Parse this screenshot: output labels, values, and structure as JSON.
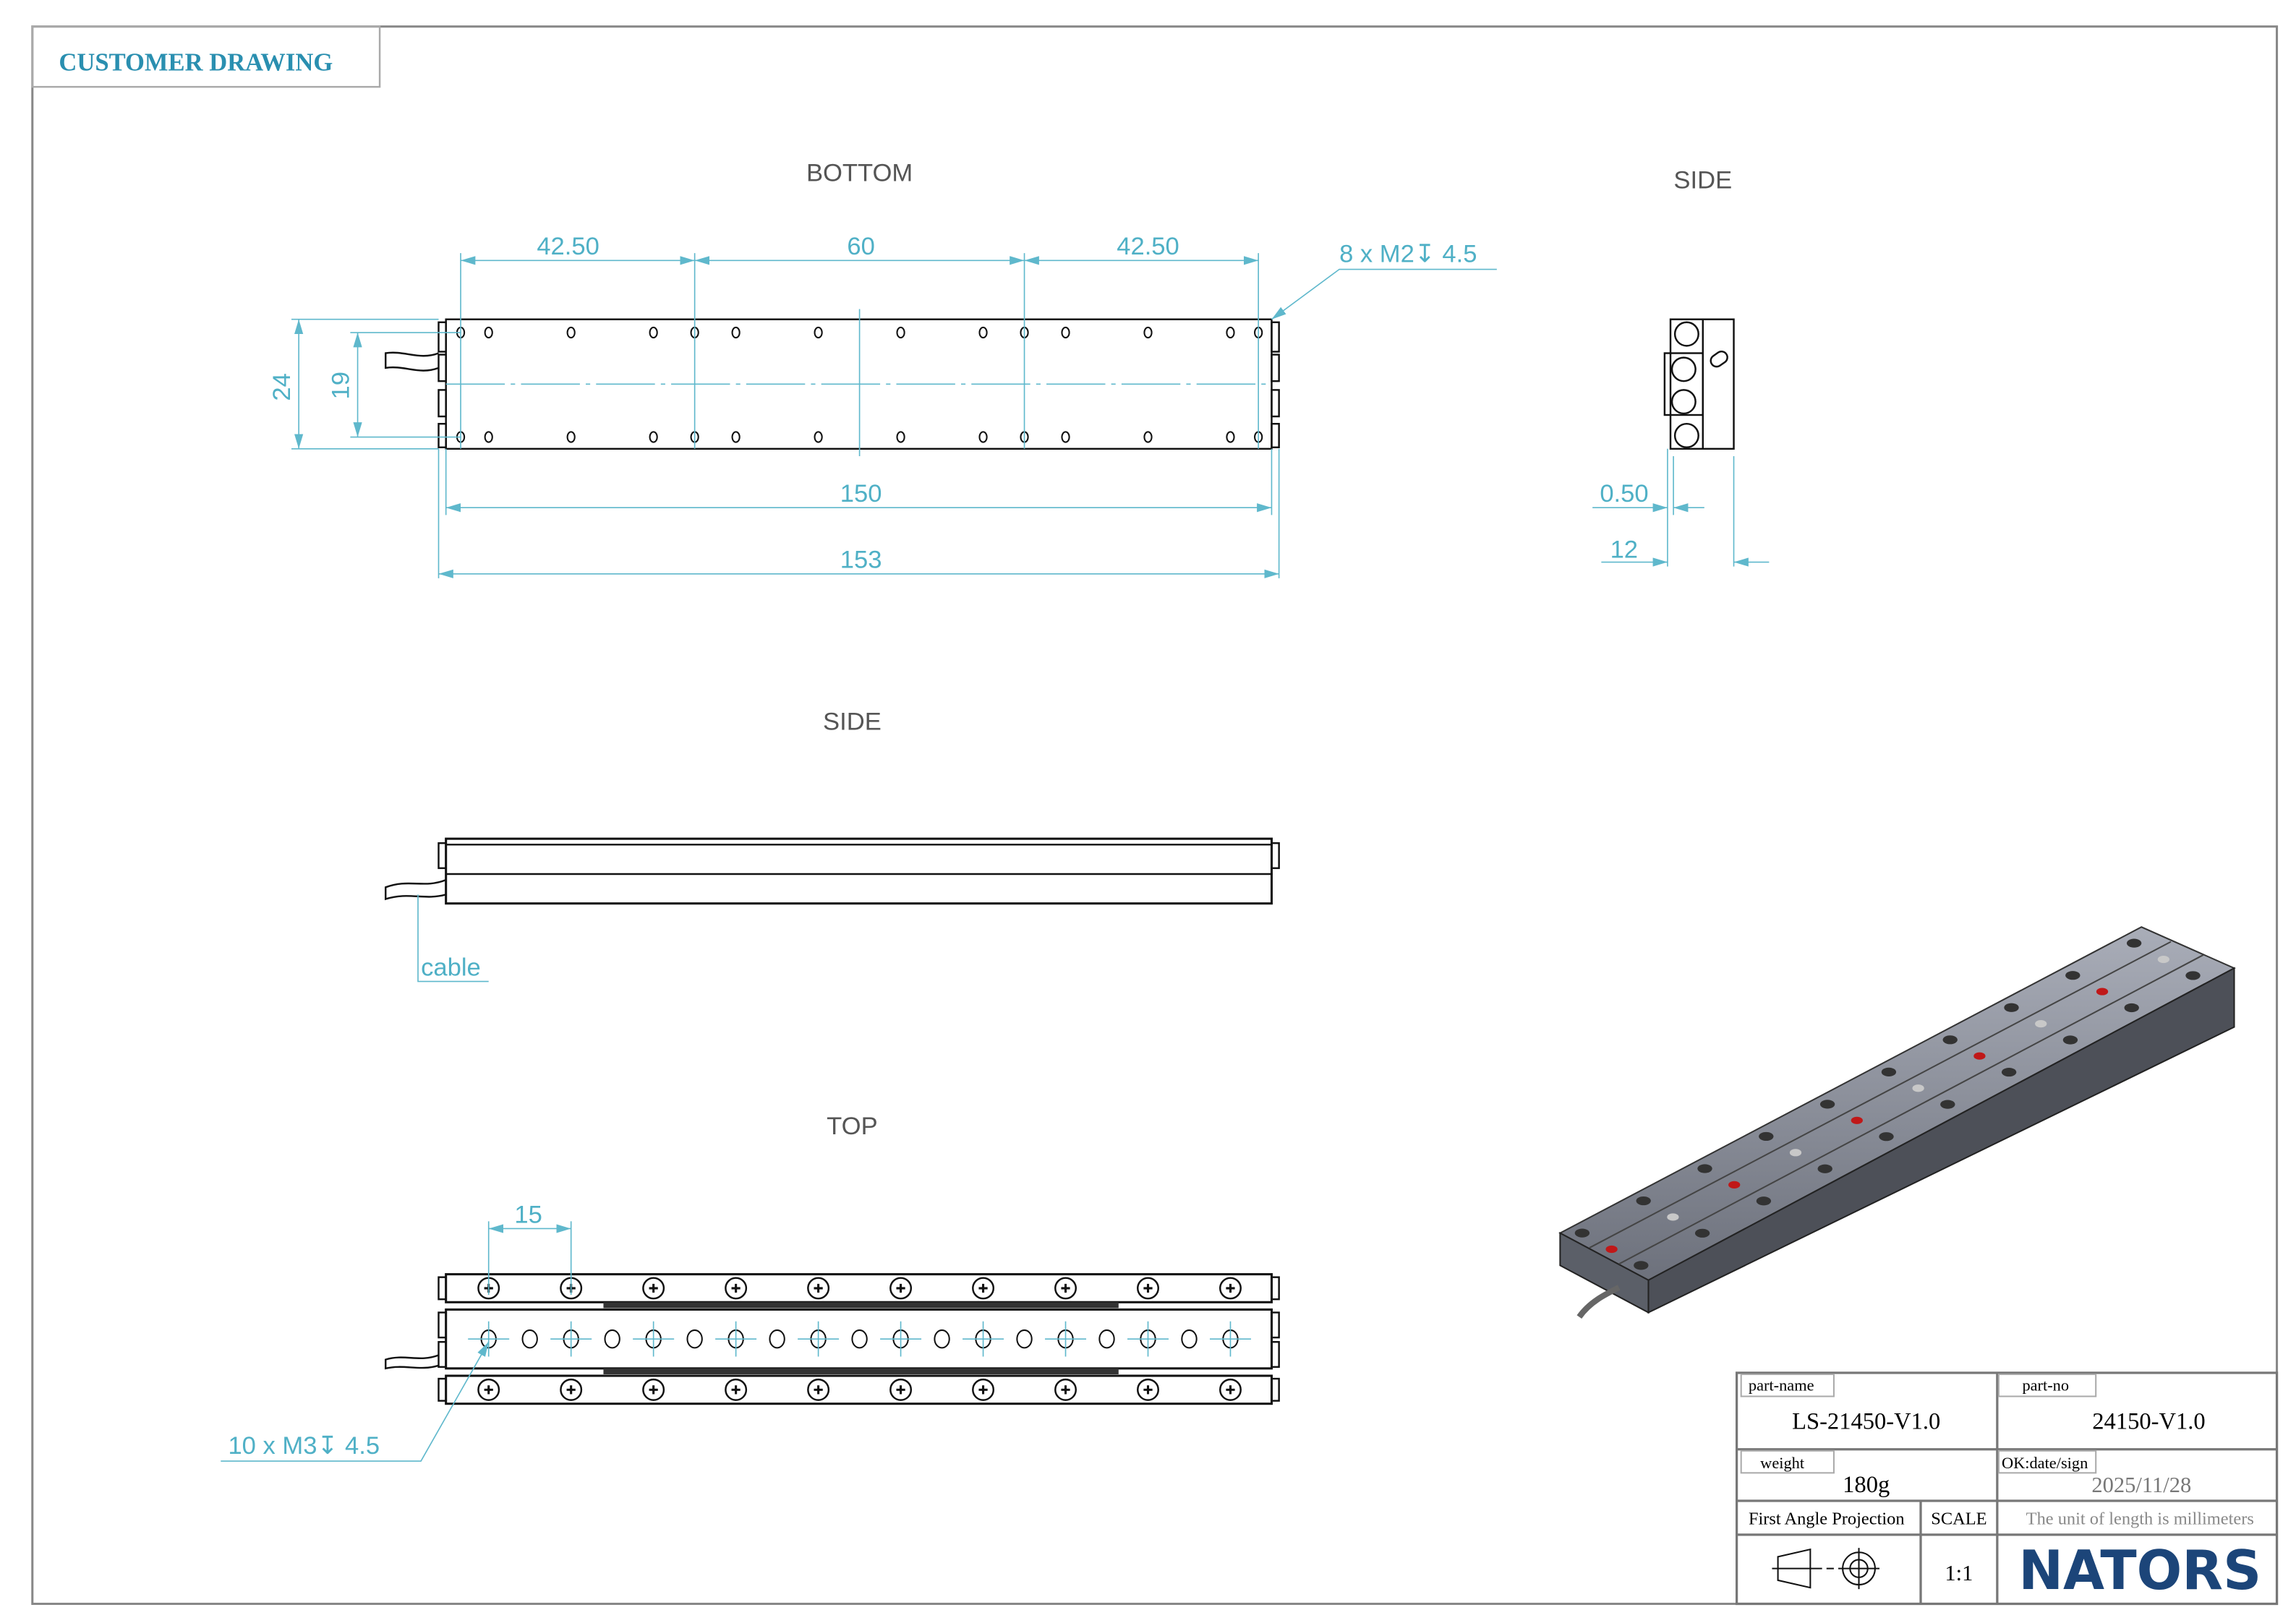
{
  "header": {
    "title": "CUSTOMER DRAWING",
    "color": "#2a8fb0"
  },
  "views": {
    "bottom": {
      "title": "BOTTOM",
      "dims": {
        "left_span": "42.50",
        "mid_span": "60",
        "right_span": "42.50",
        "inner_length": "150",
        "overall_length": "153",
        "overall_width": "24",
        "hole_spacing": "19"
      },
      "callout": "8 x M2↧ 4.5"
    },
    "side_right": {
      "title": "SIDE",
      "dims": {
        "offset": "0.50",
        "thickness": "12"
      }
    },
    "side": {
      "title": "SIDE",
      "callout": "cable"
    },
    "top": {
      "title": "TOP",
      "dims": {
        "pitch": "15"
      },
      "callout": "10 x M3↧ 4.5"
    }
  },
  "title_block": {
    "part_name_label": "part-name",
    "part_name": "LS-21450-V1.0",
    "part_no_label": "part-no",
    "part_no": "24150-V1.0",
    "weight_label": "weight",
    "weight": "180g",
    "ok_label": "OK:date/sign",
    "date": "2025/11/28",
    "projection_label": "First Angle Projection",
    "scale_label": "SCALE",
    "scale": "1:1",
    "unit_note": "The unit of length is millimeters",
    "logo": "NATORS",
    "logo_color": "#1c4579"
  }
}
